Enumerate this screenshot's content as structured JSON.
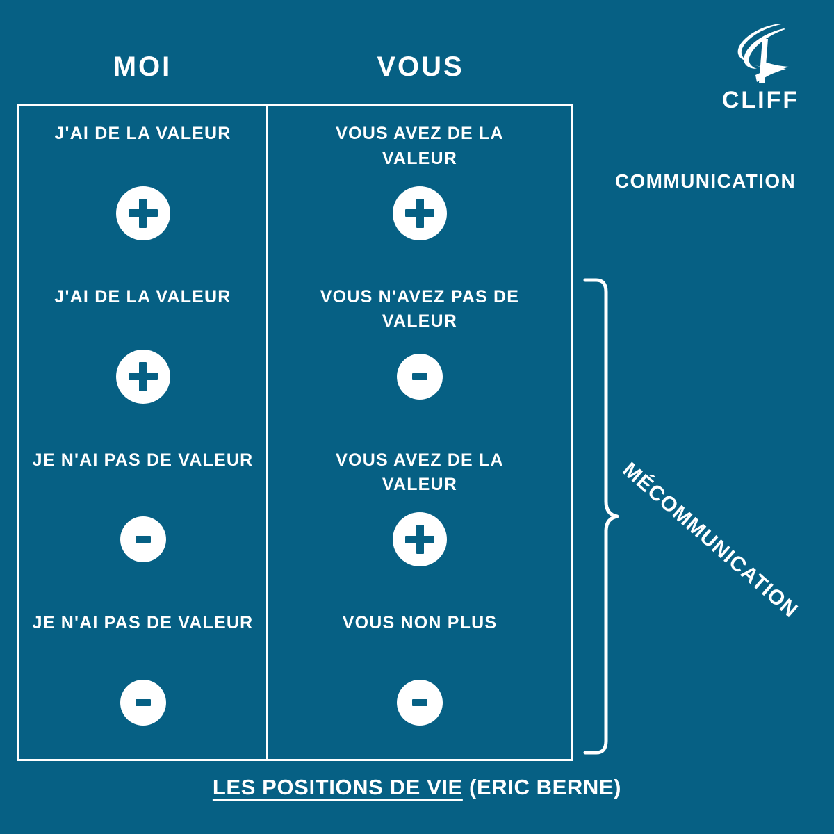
{
  "theme": {
    "background": "#066084",
    "foreground": "#ffffff"
  },
  "headers": {
    "left": "MOI",
    "right": "VOUS"
  },
  "logo": {
    "wordmark": "CLIFF",
    "icon": "cliff-swoosh-icon"
  },
  "side_labels": {
    "communication": "COMMUNICATION",
    "mecommunication": "MÉCOMMUNICATION"
  },
  "matrix": {
    "rows": [
      {
        "left": {
          "text": "J'AI DE LA VALEUR",
          "sign": "+"
        },
        "right": {
          "text": "VOUS AVEZ DE LA VALEUR",
          "sign": "+"
        }
      },
      {
        "left": {
          "text": "J'AI DE LA VALEUR",
          "sign": "+"
        },
        "right": {
          "text": "VOUS N'AVEZ PAS DE VALEUR",
          "sign": "-"
        }
      },
      {
        "left": {
          "text": "JE N'AI PAS DE VALEUR",
          "sign": "-"
        },
        "right": {
          "text": "VOUS AVEZ DE LA VALEUR",
          "sign": "+"
        }
      },
      {
        "left": {
          "text": "JE N'AI PAS DE VALEUR",
          "sign": "-"
        },
        "right": {
          "text": "VOUS NON PLUS",
          "sign": "-"
        }
      }
    ]
  },
  "caption": {
    "underlined": "LES POSITIONS DE VIE",
    "plain": " (ERIC BERNE)"
  }
}
